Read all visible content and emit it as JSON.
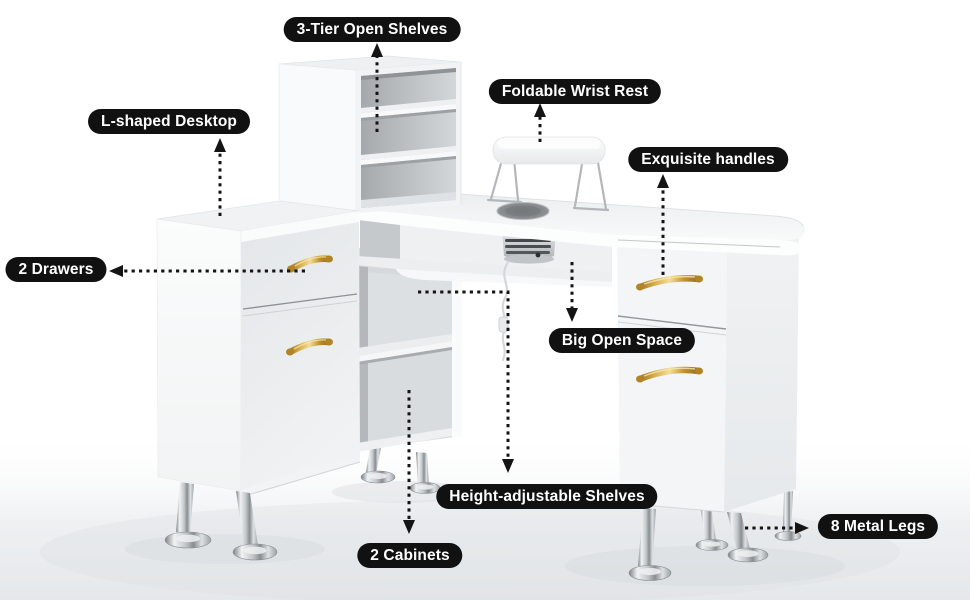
{
  "callouts": {
    "open_shelves": {
      "label": "3-Tier Open Shelves"
    },
    "wrist_rest": {
      "label": "Foldable Wrist Rest"
    },
    "desktop": {
      "label": "L-shaped Desktop"
    },
    "handles": {
      "label": "Exquisite handles"
    },
    "drawers": {
      "label": "2 Drawers"
    },
    "open_space": {
      "label": "Big Open Space"
    },
    "adjustable_shelves": {
      "label": "Height-adjustable Shelves"
    },
    "cabinets": {
      "label": "2 Cabinets"
    },
    "metal_legs": {
      "label": "8 Metal Legs"
    }
  },
  "colors": {
    "background": "#ffffff",
    "callout_bg": "#111111",
    "callout_text": "#ffffff",
    "handle_gold": "#c9a248",
    "furniture_body": "#f2f4f5",
    "leg_chrome": "#b7bcc0",
    "arrow": "#141414"
  }
}
